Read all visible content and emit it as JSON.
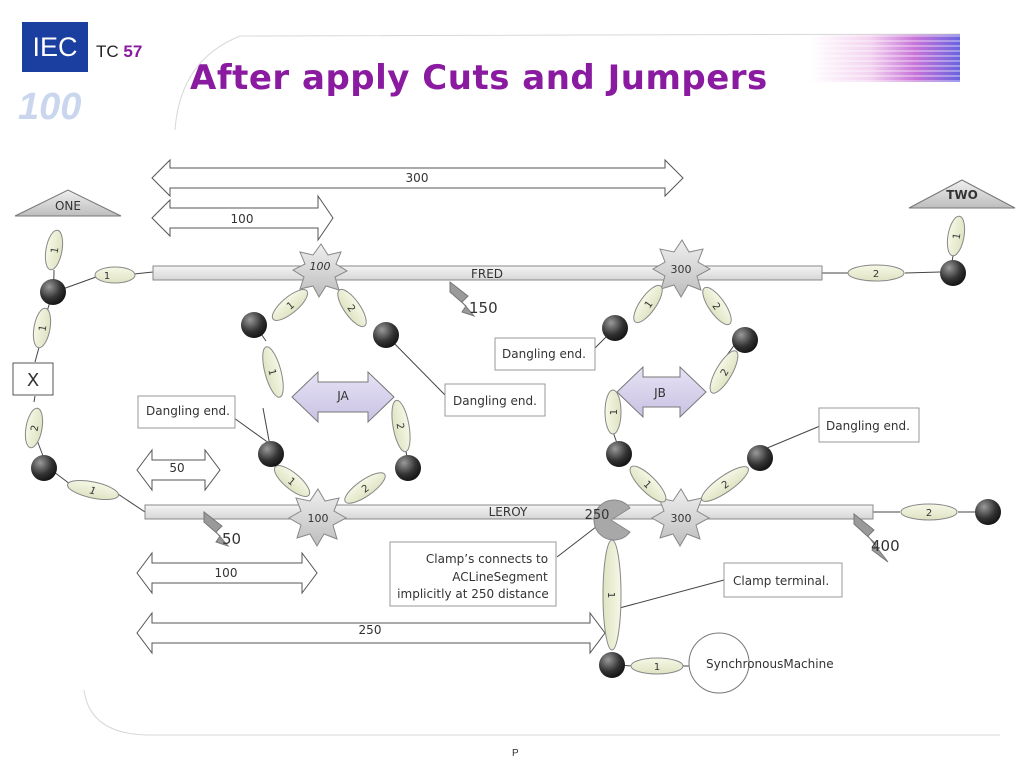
{
  "header": {
    "title": "After apply Cuts and Jumpers",
    "tc_prefix": "TC",
    "tc_number": "57",
    "logo_text": "IEC",
    "logo_sub": "100"
  },
  "footer": {
    "page": "P"
  },
  "diagram": {
    "substations": {
      "one": "ONE",
      "two": "TWO"
    },
    "x_label": "X",
    "lines": {
      "fred": "FRED",
      "leroy": "LEROY"
    },
    "jumpers": {
      "ja": "JA",
      "jb": "JB"
    },
    "arrows": {
      "fred_300": "300",
      "fred_100": "100",
      "leroy_50": "50",
      "leroy_100": "100",
      "leroy_250": "250"
    },
    "stars": {
      "fred_100": "100",
      "fred_300": "300",
      "leroy_100": "100",
      "leroy_300": "300"
    },
    "cuts": {
      "fred_150": "150",
      "leroy_50": "50",
      "leroy_400": "400"
    },
    "clamp_value": "250",
    "callouts": {
      "dangling_1": "Dangling end.",
      "dangling_2": "Dangling end.",
      "dangling_3": "Dangling end.",
      "dangling_4": "Dangling end.",
      "clamp_line1": "Clamp’s connects to",
      "clamp_line2": "ACLineSegment",
      "clamp_line3": "implicitly at 250 distance",
      "clamp_terminal": "Clamp terminal."
    },
    "machine": "SynchronousMachine",
    "terminal_labels": {
      "one_t1": "1",
      "x_t1": "1",
      "x_t2": "2",
      "fred_t1": "1",
      "fred_t2": "2",
      "two_t1": "1",
      "leroy_t1": "1",
      "leroy_t2": "2",
      "fl_a1": "1",
      "fl_a2": "2",
      "fl_b1": "1",
      "fl_b2": "2",
      "ja_t1": "1",
      "ja_t2": "2",
      "jb_t1": "1",
      "jb_t2": "2",
      "lr_a1": "1",
      "lr_a2": "2",
      "lr_b1": "1",
      "lr_b2": "2",
      "clamp_t1": "1",
      "sm_t1": "1"
    }
  }
}
